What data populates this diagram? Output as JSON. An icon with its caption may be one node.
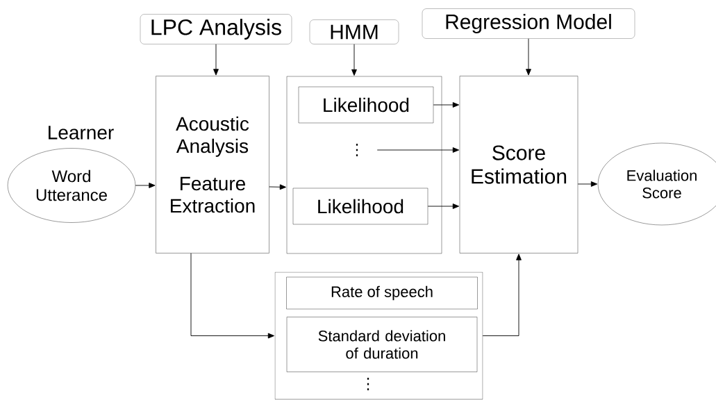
{
  "diagram": {
    "nodes": [
      {
        "text": [
          "LPC Analysis"
        ]
      },
      {
        "text": [
          "HMM"
        ]
      },
      {
        "text": [
          "Regression Model"
        ]
      },
      {
        "text": [
          "Word Utterance"
        ],
        "beside": [
          "Learner"
        ]
      },
      {
        "text": [
          "Acoustic Analysis",
          "Feature Extraction"
        ]
      },
      {
        "text": [],
        "shape": "box"
      },
      {
        "text": [
          "Likelihood"
        ],
        "in": 5
      },
      {
        "text": [
          "⋮"
        ],
        "in": 5
      },
      {
        "text": [
          "Likelihood"
        ],
        "in": 5
      },
      {
        "text": [
          "Score Estimation"
        ]
      },
      {
        "text": [
          "Evaluation Score"
        ]
      },
      {
        "text": [],
        "shape": "box"
      },
      {
        "text": [
          "Rate of speech"
        ],
        "in": 11
      },
      {
        "text": [
          "Standard deviation of duration"
        ],
        "in": 11
      }
    ],
    "edges": [
      {
        "from": 0,
        "to": 4,
        "arrow": "to"
      },
      {
        "from": 1,
        "to": 5,
        "arrow": "to"
      },
      {
        "from": 2,
        "to": 9,
        "arrow": "to"
      },
      {
        "from": 3,
        "to": 4,
        "arrow": "to"
      },
      {
        "from": 4,
        "to": 5,
        "arrow": "to"
      },
      {
        "from": 6,
        "to": 9,
        "arrow": "to"
      },
      {
        "from": 7,
        "to": 9,
        "arrow": "to"
      },
      {
        "from": 8,
        "to": 9,
        "arrow": "to"
      },
      {
        "from": 9,
        "to": 10,
        "arrow": "to"
      },
      {
        "from": 4,
        "to": 11,
        "arrow": "to"
      },
      {
        "from": 11,
        "to": 9,
        "arrow": "to"
      }
    ],
    "labels": [
      "⋮"
    ]
  }
}
